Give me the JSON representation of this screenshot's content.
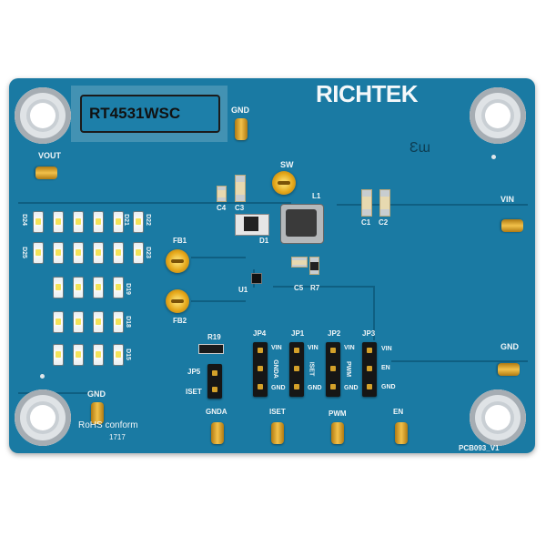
{
  "board": {
    "brand": "RICHTEK",
    "part_number": "RT4531WSC",
    "pcb_id": "PCB093_V1",
    "rohs": "RoHS conform",
    "date_code": "1717",
    "small_marking": "Ɛɯ"
  },
  "labels": {
    "gnd_top": "GND",
    "vout": "VOUT",
    "sw": "SW",
    "l1": "L1",
    "c4": "C4",
    "c3": "C3",
    "d1": "D1",
    "c1": "C1",
    "c2": "C2",
    "vin_right": "VIN",
    "fb1": "FB1",
    "fb2": "FB2",
    "u1": "U1",
    "c5": "C5",
    "r7": "R7",
    "r19": "R19",
    "jp5": "JP5",
    "iset_jp5": "ISET",
    "jp4": "JP4",
    "jp1": "JP1",
    "jp2": "JP2",
    "jp3": "JP3",
    "jp4_pins": [
      "VIN",
      "GNDA",
      "GND"
    ],
    "jp1_pins": [
      "VIN",
      "ISET",
      "GND"
    ],
    "jp2_pins": [
      "VIN",
      "PWM",
      "GND"
    ],
    "jp3_pins": [
      "VIN",
      "EN",
      "GND"
    ],
    "gnd_right": "GND",
    "gnd_left": "GND",
    "gnda": "GNDA",
    "iset": "ISET",
    "pwm": "PWM",
    "en": "EN",
    "d22": "D22",
    "d23": "D23",
    "d21": "D21",
    "d19": "D19",
    "d18": "D18",
    "d15": "D15",
    "d24": "D24",
    "d25": "D25"
  }
}
